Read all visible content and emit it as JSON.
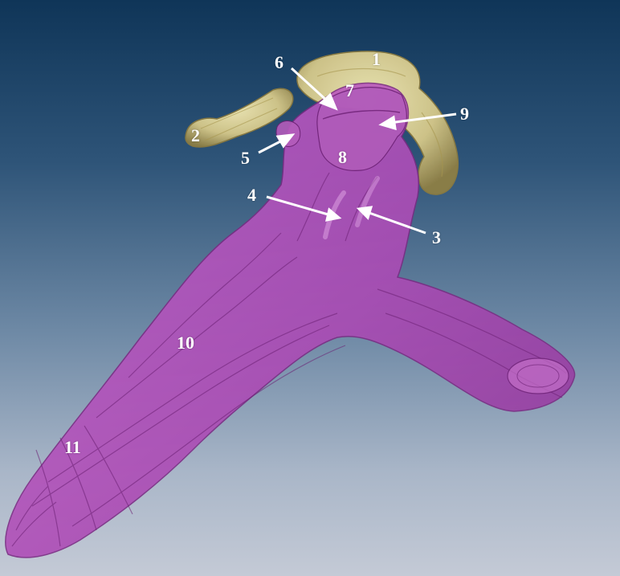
{
  "image": {
    "subject": "3D rendered anatomical model with numbered annotations",
    "colors": {
      "background_top": "#0f3558",
      "background_bottom": "#c4cad6",
      "magenta_structure": "#b04cb7",
      "magenta_fold_lines": "#6b1f73",
      "tan_structure": "#d6c98a",
      "arrow_color": "#ffffff",
      "label_color": "#ffffff"
    },
    "labels": [
      "1",
      "2",
      "3",
      "4",
      "5",
      "6",
      "7",
      "8",
      "9",
      "10",
      "11"
    ]
  }
}
